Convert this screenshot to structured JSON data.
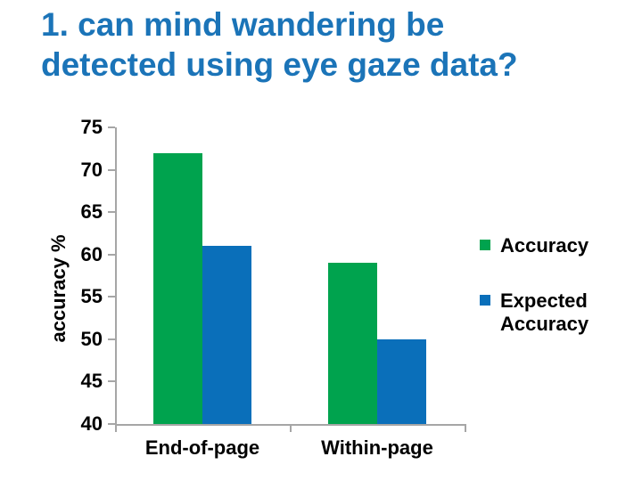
{
  "slide": {
    "title": {
      "line1": "1. can mind wandering be",
      "line2": "detected using eye gaze data?",
      "color": "#1B74B8"
    }
  },
  "chart_data": {
    "type": "bar",
    "title": "",
    "categories": [
      "End-of-page",
      "Within-page"
    ],
    "series": [
      {
        "name": "Accuracy",
        "color": "#00A34E",
        "values": [
          72,
          59
        ]
      },
      {
        "name": "Expected Accuracy",
        "color": "#0A6FBA",
        "values": [
          61,
          50
        ]
      }
    ],
    "xlabel": "",
    "ylabel": "accuracy %",
    "ylim": [
      40,
      75
    ],
    "ytick_step": 5,
    "grid": false,
    "legend_position": "right",
    "axis_color": "#A6A6A6",
    "text_color": "#000000"
  }
}
